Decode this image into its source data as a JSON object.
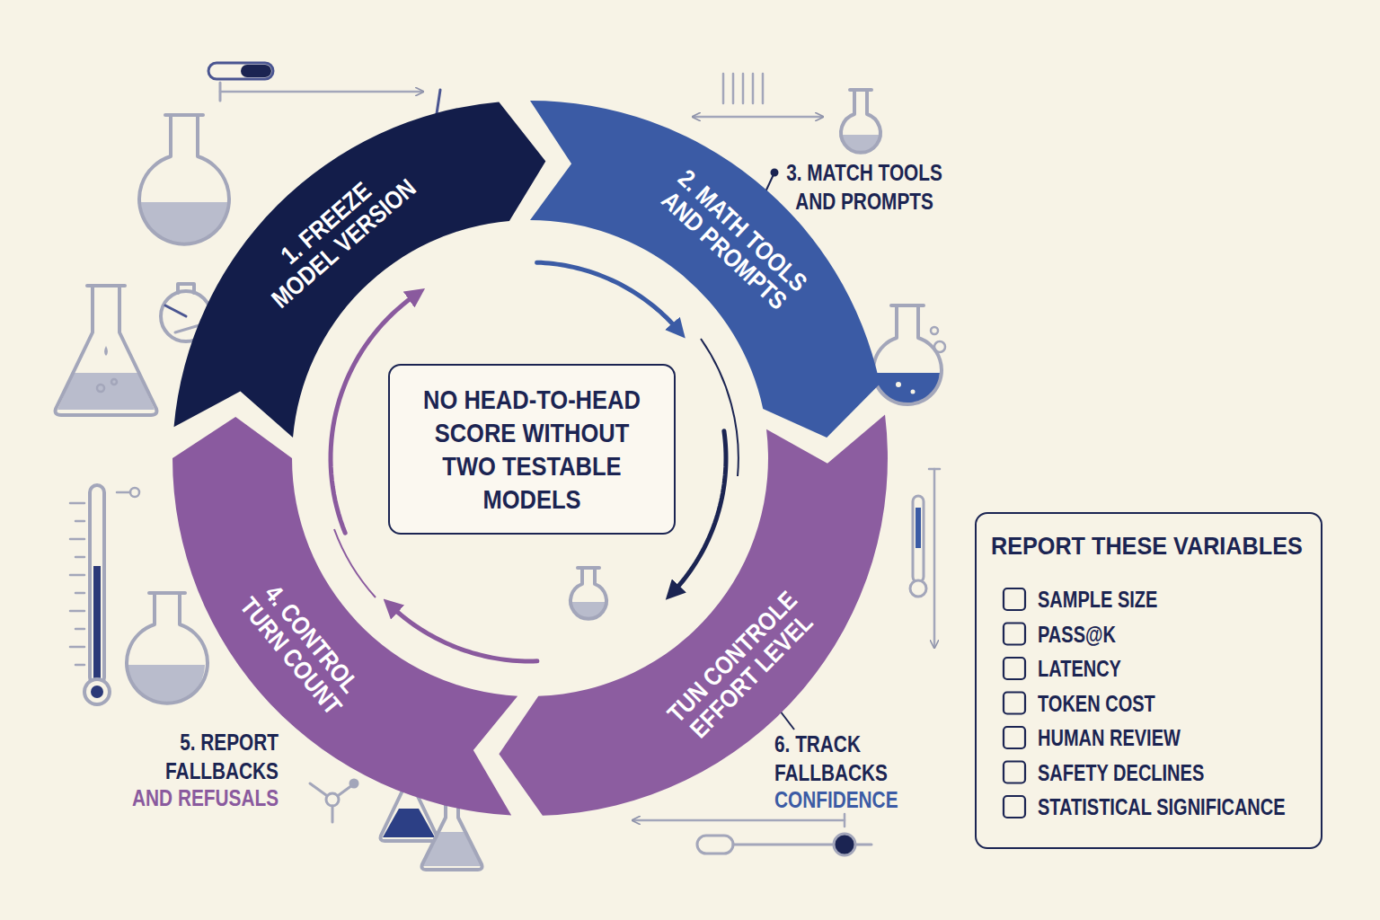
{
  "diagram": {
    "nodes": [
      {
        "text": [
          "1. FREEZE MODEL VERSION"
        ]
      },
      {
        "text": [
          "2. MATH TOOLS AND PROMPTS"
        ]
      },
      {
        "text": [
          "TUN CONTROLE EFFORT LEVEL"
        ]
      },
      {
        "text": [
          "4. CONTROL TURN COUNT"
        ]
      },
      {
        "text": [
          "NO HEAD-TO-HEAD SCORE WITHOUT TWO TESTABLE MODELS"
        ]
      },
      {
        "text": [
          "REPORT THESE VARIABLES",
          "SAMPLE SIZE",
          "PASS@K",
          "LATENCY",
          "TOKEN COST",
          "HUMAN REVIEW",
          "SAFETY DECLINES",
          "STATISTICAL SIGNIFICANCE"
        ]
      }
    ],
    "edges": [
      {
        "from": 0,
        "to": 1,
        "arrow": "to"
      },
      {
        "from": 1,
        "to": 2,
        "arrow": "to"
      },
      {
        "from": 2,
        "to": 3,
        "arrow": "to"
      },
      {
        "from": 3,
        "to": 0,
        "arrow": "to"
      }
    ],
    "labels": [
      "3. MATCH TOOLS AND PROMPTS",
      "5. REPORT FALLBACKS",
      "AND REFUSALS",
      "6. TRACK FALLBACKS",
      "CONFIDENCE"
    ]
  }
}
